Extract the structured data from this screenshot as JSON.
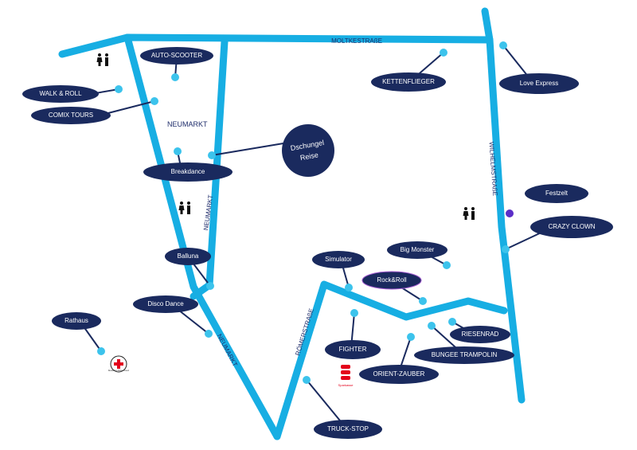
{
  "colors": {
    "road": "#17aee3",
    "bubble": "#1a2a5e",
    "dot": "#3cc3ec",
    "festzelt_dot": "#5b2ec8",
    "street_text": "#1f2d6b",
    "sparkasse": "#e3001b",
    "red_cross": "#e3001b"
  },
  "streets": {
    "moltke": "MOLTKESTRAßE",
    "neumarkt_area": "NEUMARKT",
    "neumarkt_vertical": "NEUMARKT",
    "neumarkt_lower": "NEUMARKT",
    "wilhelm": "WILHELMSTRAßE",
    "roemer": "RÖMERSTRAßE"
  },
  "attractions": {
    "auto_scooter": "AUTO-SCOOTER",
    "walk_roll": "WALK & ROLL",
    "comix_tours": "COMIX TOURS",
    "kettenflieger": "KETTENFLIEGER",
    "love_express": "Love Express",
    "dschungel_line1": "Dschungel",
    "dschungel_line2": "Reise",
    "breakdance": "Breakdance",
    "festzelt": "Festzelt",
    "crazy_clown": "CRAZY CLOWN",
    "balluna": "Balluna",
    "simulator": "Simulator",
    "big_monster": "Big Monster",
    "rock_roll": "Rock&Roll",
    "disco_dance": "Disco Dance",
    "rathaus": "Rathaus",
    "fighter": "FIGHTER",
    "riesenrad": "RIESENRAD",
    "bungee_trampolin": "BUNGEE TRAMPOLIN",
    "orient_zauber": "ORIENT-ZAUBER",
    "truck_stop": "TRUCK-STOP"
  },
  "icons": {
    "toilets": "restroom-icon",
    "sparkasse": "sparkasse-logo",
    "sparkasse_text": "Sparkasse",
    "red_cross": "red-cross-logo",
    "red_cross_text": "Deutsches Rotes Kreuz"
  }
}
